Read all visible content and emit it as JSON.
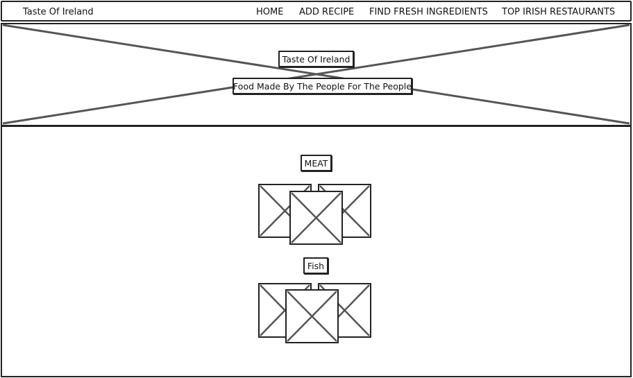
{
  "navbar": {
    "brand": "Taste Of Ireland",
    "links": [
      {
        "label": "HOME"
      },
      {
        "label": "ADD RECIPE"
      },
      {
        "label": "FIND FRESH INGREDIENTS"
      },
      {
        "label": "TOP IRISH RESTAURANTS"
      }
    ]
  },
  "hero": {
    "title": "Taste Of Ireland",
    "subtitle": "Food Made By The People For The People"
  },
  "categories": [
    {
      "label": "MEAT"
    },
    {
      "label": "Fish"
    }
  ]
}
